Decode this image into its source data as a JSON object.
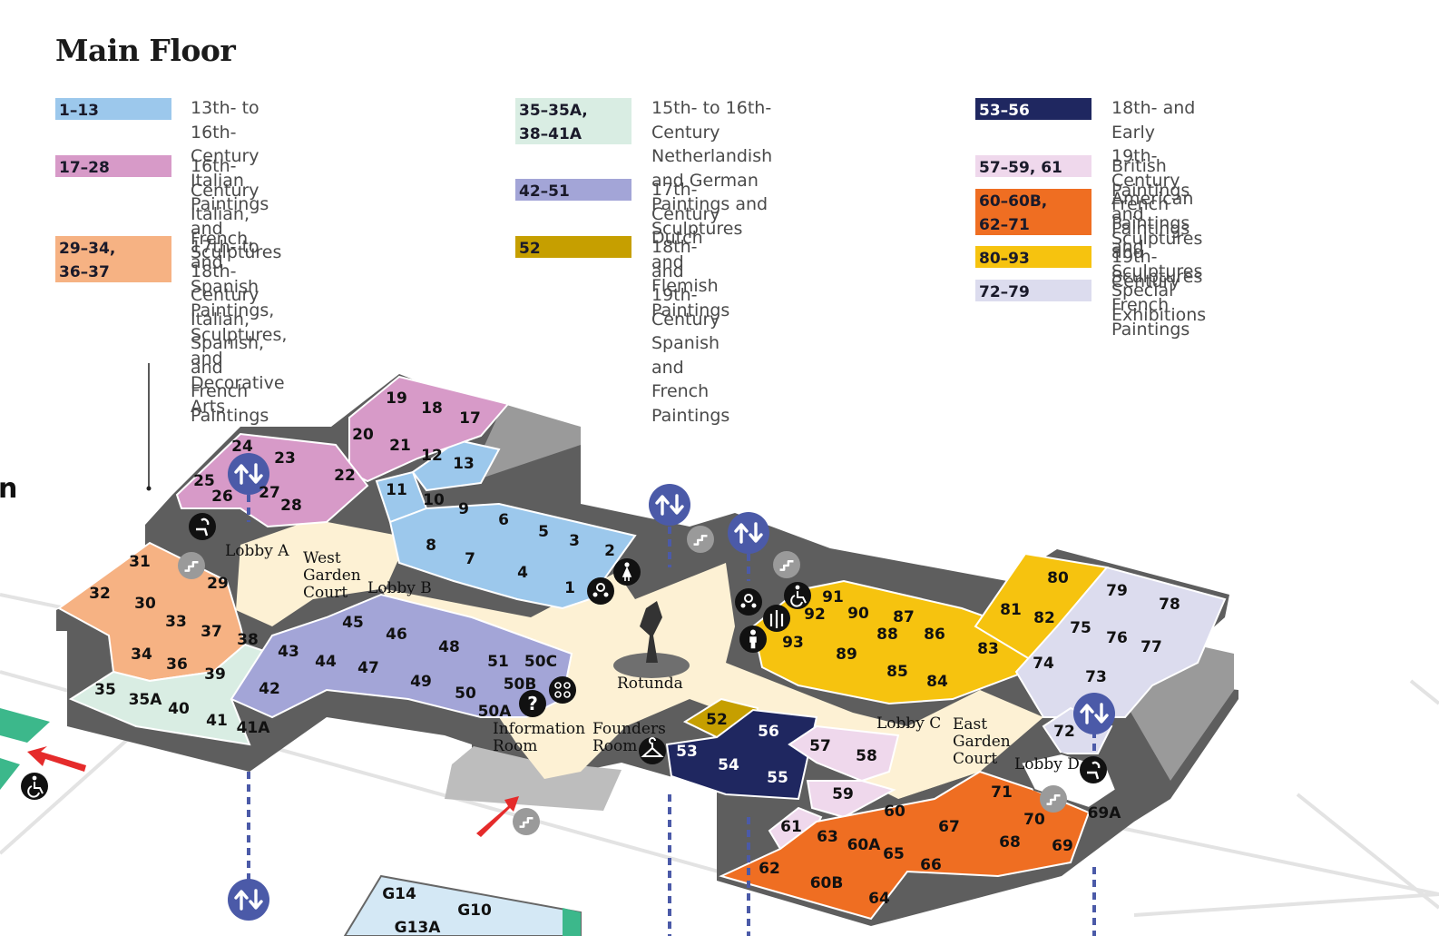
{
  "floor_title": "Main Floor",
  "legend": [
    {
      "range": "1–13",
      "description": "13th- to 16th-Century Italian\nPaintings and Sculptures",
      "color": "#9cc8ec"
    },
    {
      "range": "17–28",
      "description": "16th-Century Italian, French, and\nSpanish Paintings, Sculptures,\nand Decorative Arts",
      "color": "#d79ac8"
    },
    {
      "range": "29–34,\n36–37",
      "description": "17th- to 18th-Century Italian,\nSpanish, and French Paintings",
      "color": "#f6b283"
    },
    {
      "range": "35–35A,\n38–41A",
      "description": "15th- to 16th-Century\nNetherlandish and German\nPaintings and Sculptures",
      "color": "#d9ede3"
    },
    {
      "range": "42–51",
      "description": "17th-Century Dutch and Flemish\nPaintings",
      "color": "#a3a5d7"
    },
    {
      "range": "52",
      "description": "18th- and 19th-Century Spanish\nand French Paintings",
      "color": "#c69f00"
    },
    {
      "range": "53–56",
      "description": "18th- and Early 19th-Century\nFrench Paintings and Sculptures",
      "color": "#1f2760"
    },
    {
      "range": "57–59, 61",
      "description": "British Paintings and Sculptures",
      "color": "#efd8ec"
    },
    {
      "range": "60–60B,\n62–71",
      "description": "American Paintings and Sculptures",
      "color": "#ef6e22"
    },
    {
      "range": "80–93",
      "description": "19th-Century French Paintings",
      "color": "#f6c30f"
    },
    {
      "range": "72–79",
      "description": "Special Exhibitions",
      "color": "#dcdcee"
    }
  ],
  "rooms": [
    "1",
    "2",
    "3",
    "4",
    "5",
    "6",
    "7",
    "8",
    "9",
    "10",
    "11",
    "12",
    "13",
    "17",
    "18",
    "19",
    "20",
    "21",
    "22",
    "23",
    "24",
    "25",
    "26",
    "27",
    "28",
    "29",
    "30",
    "31",
    "32",
    "33",
    "34",
    "35",
    "35A",
    "36",
    "37",
    "38",
    "39",
    "40",
    "41",
    "41A",
    "42",
    "43",
    "44",
    "45",
    "46",
    "47",
    "48",
    "49",
    "50",
    "50A",
    "50B",
    "50C",
    "51",
    "52",
    "53",
    "54",
    "55",
    "56",
    "57",
    "58",
    "59",
    "60",
    "60A",
    "60B",
    "61",
    "62",
    "63",
    "64",
    "65",
    "66",
    "67",
    "68",
    "69",
    "69A",
    "70",
    "71",
    "72",
    "73",
    "74",
    "75",
    "76",
    "77",
    "78",
    "79",
    "80",
    "81",
    "82",
    "83",
    "84",
    "85",
    "86",
    "87",
    "88",
    "89",
    "90",
    "91",
    "92",
    "93",
    "G10",
    "G14",
    "G13A"
  ],
  "places": {
    "lobby_a": "Lobby A",
    "lobby_b": "Lobby B",
    "lobby_c": "Lobby C",
    "lobby_d": "Lobby D",
    "west_garden_court": "West\nGarden\nCourt",
    "east_garden_court": "East\nGarden\nCourt",
    "rotunda": "Rotunda",
    "information_room": "Information\nRoom",
    "founders_room": "Founders\nRoom",
    "cut_off_label": "n"
  },
  "icons": [
    "elevator-icon",
    "stairs-icon",
    "restroom-women-icon",
    "restroom-men-icon",
    "restroom-all-icon",
    "family-restroom-icon",
    "accessible-icon",
    "information-icon",
    "coat-check-icon",
    "audio-guide-icon",
    "entrance-arrow-icon",
    "water-fountain-icon"
  ]
}
